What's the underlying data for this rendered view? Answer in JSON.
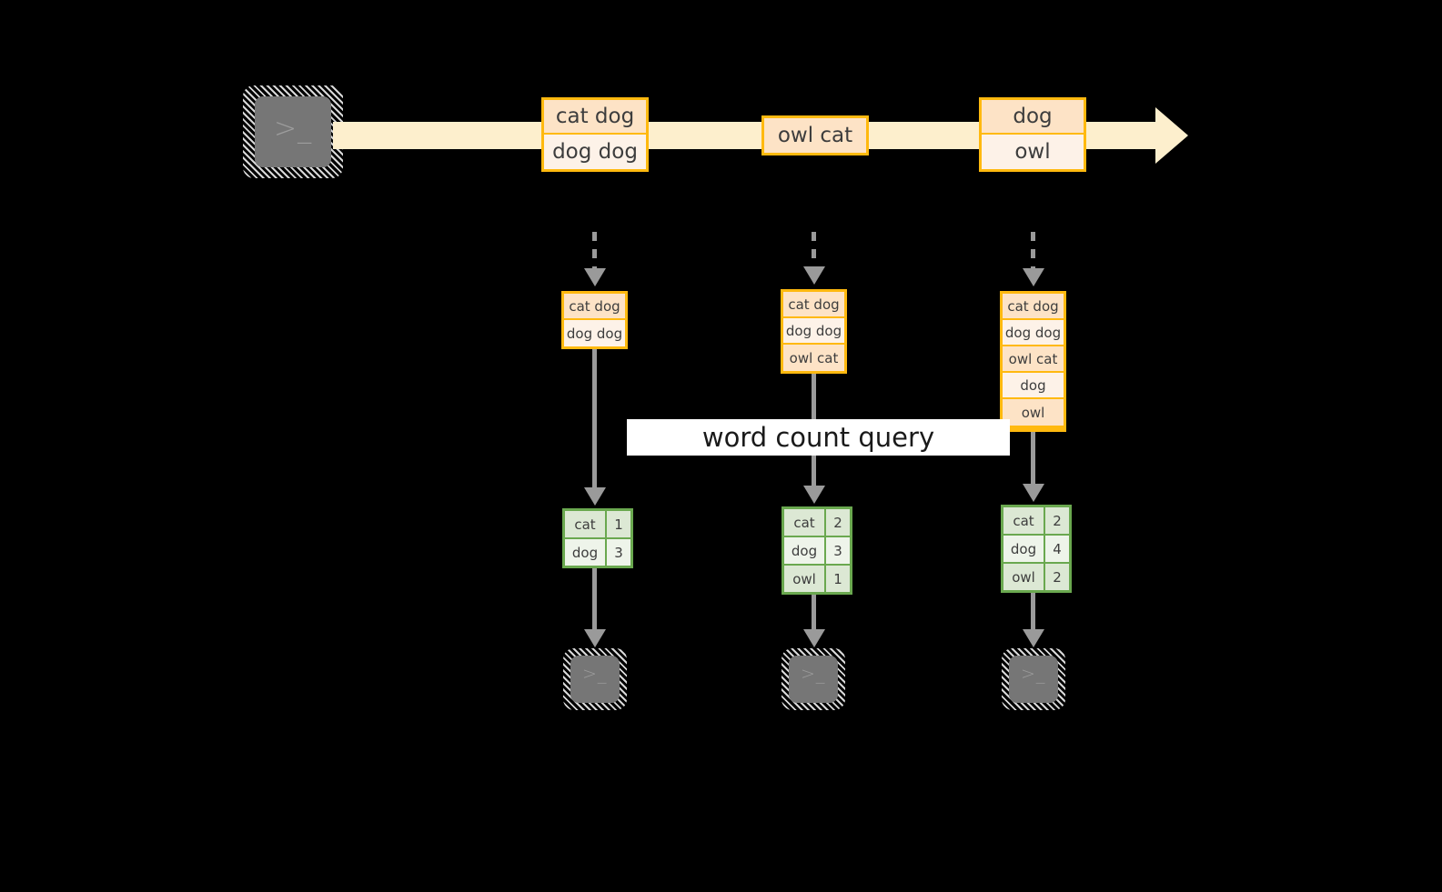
{
  "diagram": {
    "title_banner": "word count query",
    "colors": {
      "background": "#000000",
      "stream_fill": "#fdefcd",
      "record_border": "#ffb90f",
      "record_fill_dark": "#fde3c6",
      "record_fill_light": "#fdf2e8",
      "result_border": "#6aa84f",
      "result_fill_dark": "#dce8d4",
      "result_fill_light": "#eef4ea",
      "connector": "#9a9a9a",
      "terminal_body": "#767676",
      "banner_fill": "#ffffff"
    },
    "producer": {
      "icon": "terminal-icon",
      "prompt": ">_"
    },
    "stream": {
      "arrow_direction": "right",
      "events": [
        {
          "lines": [
            "cat dog",
            "dog dog"
          ]
        },
        {
          "lines": [
            "owl cat"
          ]
        },
        {
          "lines": [
            "dog",
            "owl"
          ]
        }
      ]
    },
    "snapshots": [
      {
        "records": [
          "cat dog",
          "dog dog"
        ],
        "result": {
          "rows": [
            {
              "word": "cat",
              "count": "1"
            },
            {
              "word": "dog",
              "count": "3"
            }
          ]
        },
        "consumer": {
          "icon": "terminal-icon",
          "prompt": ">_"
        }
      },
      {
        "records": [
          "cat dog",
          "dog dog",
          "owl cat"
        ],
        "result": {
          "rows": [
            {
              "word": "cat",
              "count": "2"
            },
            {
              "word": "dog",
              "count": "3"
            },
            {
              "word": "owl",
              "count": "1"
            }
          ]
        },
        "consumer": {
          "icon": "terminal-icon",
          "prompt": ">_"
        }
      },
      {
        "records": [
          "cat dog",
          "dog dog",
          "owl cat",
          "dog",
          "owl"
        ],
        "result": {
          "rows": [
            {
              "word": "cat",
              "count": "2"
            },
            {
              "word": "dog",
              "count": "4"
            },
            {
              "word": "owl",
              "count": "2"
            }
          ]
        },
        "consumer": {
          "icon": "terminal-icon",
          "prompt": ">_"
        }
      }
    ]
  }
}
